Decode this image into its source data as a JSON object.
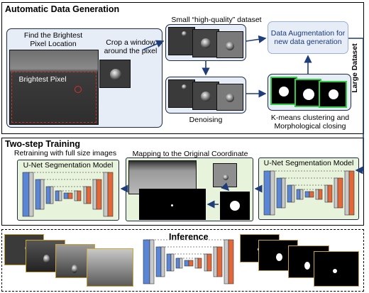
{
  "sections": {
    "generation_title": "Automatic Data Generation",
    "training_title": "Two-step Training",
    "inference_title": "Inference"
  },
  "generation": {
    "find_brightest": "Find the Brightest\nPixel Location",
    "brightest_pixel": "Brightest Pixel",
    "crop_window": "Crop a window\naround the pixel",
    "small_dataset": "Small “high-quality” dataset",
    "augmentation": "Data Augmentation for\nnew data generation",
    "denoising": "Denoising",
    "kmeans": "K-means clustering and\nMorphological closing",
    "large_dataset": "Large Dataset"
  },
  "training": {
    "retraining": "Retraining with full size images",
    "model_left": "U-Net Segmentation Model",
    "mapping": "Mapping to the Original Coordinate",
    "model_right": "U-Net Segmentation Model"
  },
  "colors": {
    "encoder": "#5b86d6",
    "decoder": "#e2683a",
    "gray_block": "#c9c9c9",
    "panel_blue": "#e7edf7",
    "panel_green": "#e8f3dc",
    "green_border": "#2ecc40",
    "gold_border": "#c9a43a"
  }
}
